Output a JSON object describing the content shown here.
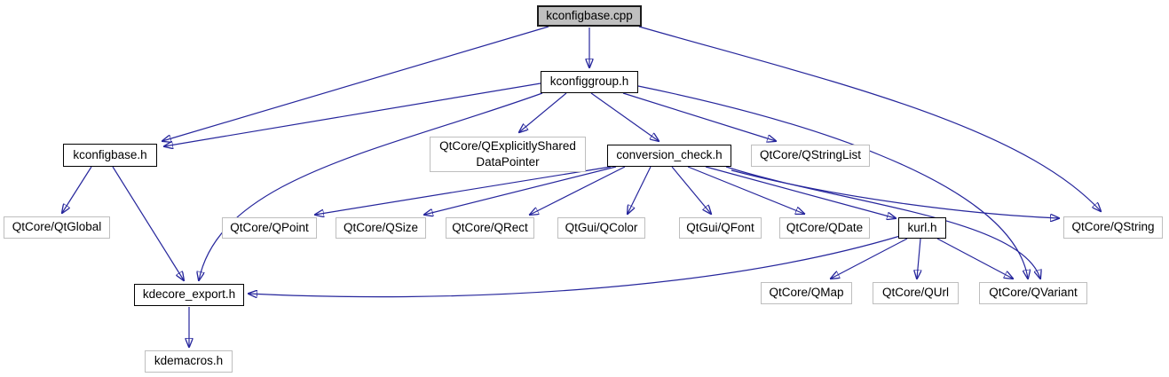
{
  "diagram": {
    "type": "include-dependency-graph",
    "root": "kconfigbase.cpp"
  },
  "colors": {
    "edge": "#26269C",
    "linked_node_border": "#000000",
    "leaf_node_border": "#BEBEBE",
    "root_node_fill": "#BFBFBF",
    "node_fill": "#FFFFFF",
    "text": "#000000"
  },
  "nodes": {
    "kconfigbase_cpp": {
      "label": "kconfigbase.cpp"
    },
    "kconfiggroup_h": {
      "label": "kconfiggroup.h"
    },
    "kconfigbase_h": {
      "label": "kconfigbase.h"
    },
    "qexplicitlyshareddatapointer": {
      "line1": "QtCore/QExplicitlyShared",
      "line2": "DataPointer"
    },
    "conversion_check_h": {
      "label": "conversion_check.h"
    },
    "qstringlist": {
      "label": "QtCore/QStringList"
    },
    "qtglobal": {
      "label": "QtCore/QtGlobal"
    },
    "qpoint": {
      "label": "QtCore/QPoint"
    },
    "qsize": {
      "label": "QtCore/QSize"
    },
    "qrect": {
      "label": "QtCore/QRect"
    },
    "qcolor": {
      "label": "QtGui/QColor"
    },
    "qfont": {
      "label": "QtGui/QFont"
    },
    "qdate": {
      "label": "QtCore/QDate"
    },
    "kurl_h": {
      "label": "kurl.h"
    },
    "qstring": {
      "label": "QtCore/QString"
    },
    "kdecore_export_h": {
      "label": "kdecore_export.h"
    },
    "qmap": {
      "label": "QtCore/QMap"
    },
    "qurl": {
      "label": "QtCore/QUrl"
    },
    "qvariant": {
      "label": "QtCore/QVariant"
    },
    "kdemacros_h": {
      "label": "kdemacros.h"
    }
  },
  "edges": [
    {
      "from": "kconfigbase.cpp",
      "to": "kconfigbase.h"
    },
    {
      "from": "kconfigbase.cpp",
      "to": "kconfiggroup.h"
    },
    {
      "from": "kconfigbase.cpp",
      "to": "QtCore/QString"
    },
    {
      "from": "kconfiggroup.h",
      "to": "kconfigbase.h"
    },
    {
      "from": "kconfiggroup.h",
      "to": "kdecore_export.h"
    },
    {
      "from": "kconfiggroup.h",
      "to": "QtCore/QExplicitlySharedDataPointer"
    },
    {
      "from": "kconfiggroup.h",
      "to": "conversion_check.h"
    },
    {
      "from": "kconfiggroup.h",
      "to": "QtCore/QStringList"
    },
    {
      "from": "kconfiggroup.h",
      "to": "QtCore/QVariant"
    },
    {
      "from": "kconfigbase.h",
      "to": "QtCore/QtGlobal"
    },
    {
      "from": "kconfigbase.h",
      "to": "kdecore_export.h"
    },
    {
      "from": "kdecore_export.h",
      "to": "kdemacros.h"
    },
    {
      "from": "conversion_check.h",
      "to": "QtCore/QPoint"
    },
    {
      "from": "conversion_check.h",
      "to": "QtCore/QSize"
    },
    {
      "from": "conversion_check.h",
      "to": "QtCore/QRect"
    },
    {
      "from": "conversion_check.h",
      "to": "QtGui/QColor"
    },
    {
      "from": "conversion_check.h",
      "to": "QtGui/QFont"
    },
    {
      "from": "conversion_check.h",
      "to": "QtCore/QDate"
    },
    {
      "from": "conversion_check.h",
      "to": "kurl.h"
    },
    {
      "from": "conversion_check.h",
      "to": "QtCore/QString"
    },
    {
      "from": "conversion_check.h",
      "to": "QtCore/QVariant"
    },
    {
      "from": "kurl.h",
      "to": "kdecore_export.h"
    },
    {
      "from": "kurl.h",
      "to": "QtCore/QMap"
    },
    {
      "from": "kurl.h",
      "to": "QtCore/QUrl"
    },
    {
      "from": "kurl.h",
      "to": "QtCore/QVariant"
    }
  ]
}
